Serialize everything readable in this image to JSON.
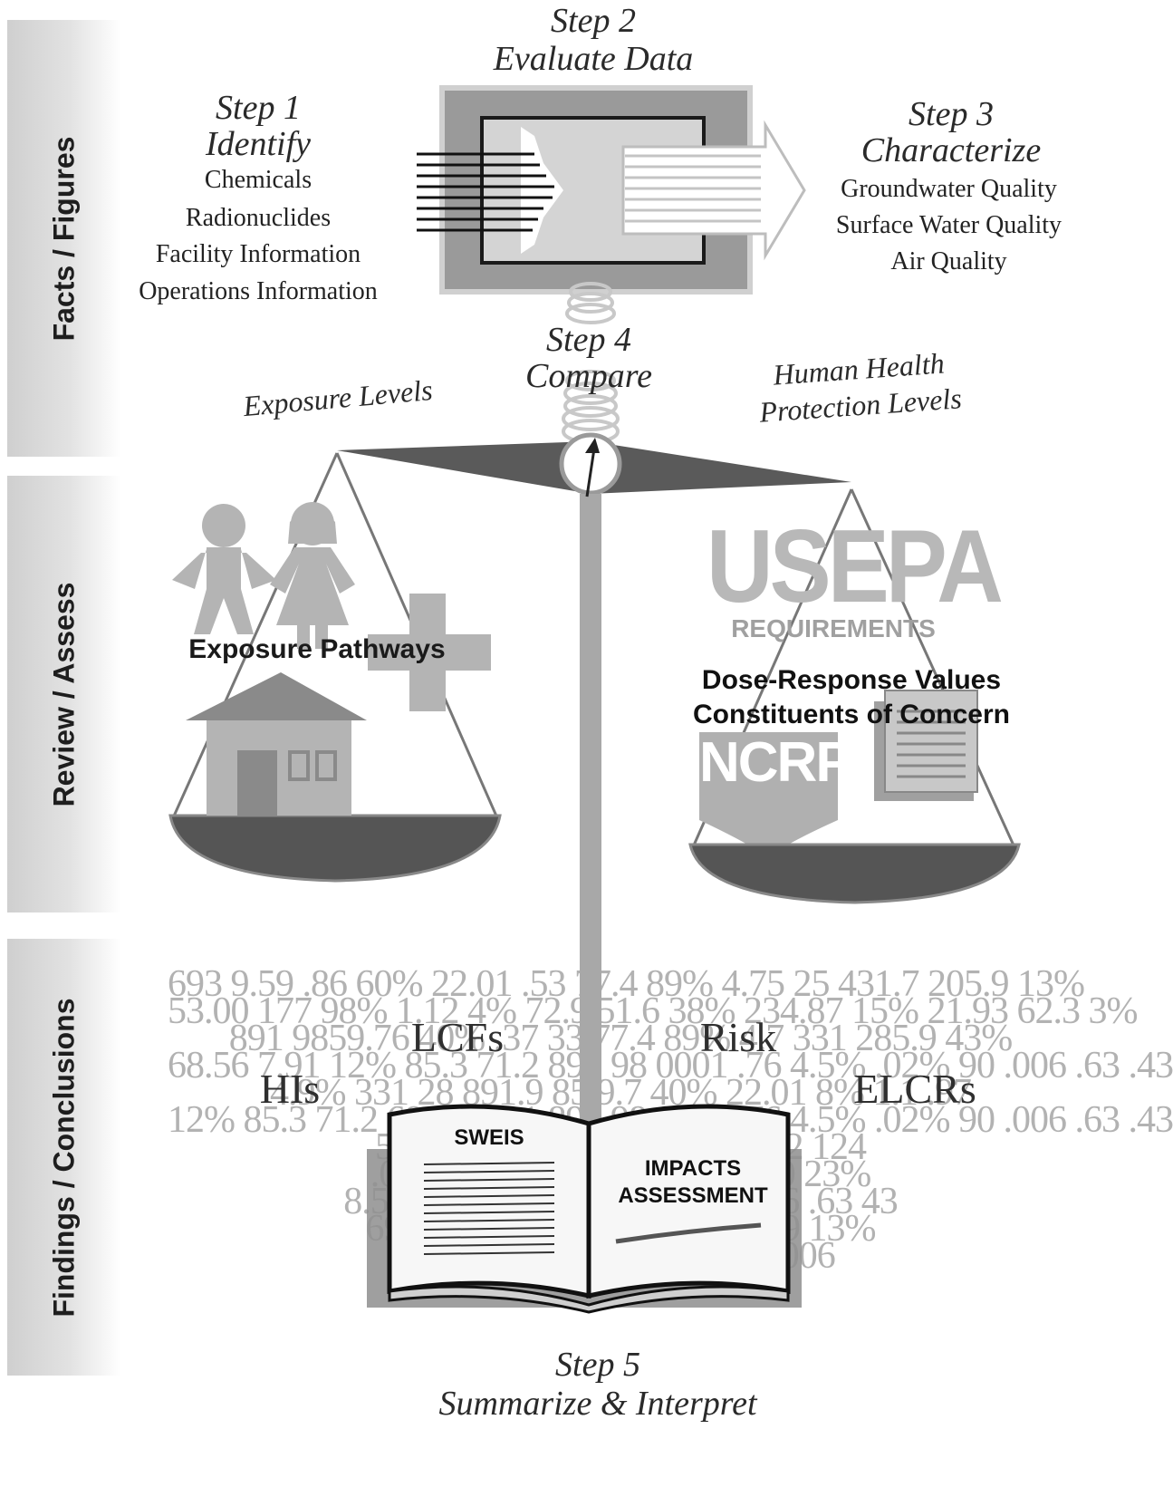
{
  "bands": [
    {
      "label": "Facts / Figures"
    },
    {
      "label": "Review / Assess"
    },
    {
      "label": "Findings / Conclusions"
    }
  ],
  "step1": {
    "title": "Step 1",
    "subtitle": "Identify",
    "items": [
      "Chemicals",
      "Radionuclides",
      "Facility Information",
      "Operations Information"
    ]
  },
  "step2": {
    "title": "Step 2",
    "subtitle": "Evaluate Data"
  },
  "step3": {
    "title": "Step 3",
    "subtitle": "Characterize",
    "items": [
      "Groundwater Quality",
      "Surface Water Quality",
      "Air Quality"
    ]
  },
  "step4": {
    "title": "Step 4",
    "subtitle": "Compare"
  },
  "step5": {
    "title": "Step 5",
    "subtitle": "Summarize & Interpret"
  },
  "left_pan": {
    "caption": "Exposure Levels",
    "label": "Exposure Pathways"
  },
  "right_pan": {
    "caption_line1": "Human Health",
    "caption_line2": "Protection Levels",
    "logo": "USEPA",
    "logo_sub": "REQUIREMENTS",
    "label_line1": "Dose-Response Values",
    "label_line2": "Constituents of Concern",
    "shield": "NCRP"
  },
  "findings": {
    "lcfs": "LCFs",
    "risk": "Risk",
    "his": "HIs",
    "elcrs": "ELCRs"
  },
  "book": {
    "left_title": "SWEIS",
    "right_title_line1": "IMPACTS",
    "right_title_line2": "ASSESSMENT"
  },
  "numbers": [
    "693  9.59  .86  60%  22.01  .53  77.4  89%  4.75  25  431.7  205.9  13%",
    "53.00  177  98%  1.12  4%  72.9  51.6  38%  234.87  15%  21.93  62.3  3%",
    "891  9859.76  40%  .37  33  77.4  89%  4.7  331  285.9  43%",
    "68.56  7.91  12%  85.3  71.2  891  98  0001  .76  4.5%  .02%  90  .006  .63  .43",
    "4.9%  331  28  891.9  85  9.7  40%  22.01  8%  1.1  .97",
    "12%  85.3  71.2  68.56  7.91  891  98  0001  .76  4.5%  .02%  90  .006  .63  .43",
    "5.04%  75  5  .09  .58  88.9%  .02  124",
    ".03  9  59.06  44%  1  231  2  85.0  23%",
    "8.56  7.91  12%  85  .02%  90  .006  .63  43",
    "693  9.59  .86  60%  431.7  205.9  13%",
    "68.56  7.91  12%  .02%  90  .006"
  ],
  "colors": {
    "dark": "#555555",
    "mid": "#8c8c8c",
    "light": "#b0b0b0",
    "pale": "#d6d6d6"
  }
}
